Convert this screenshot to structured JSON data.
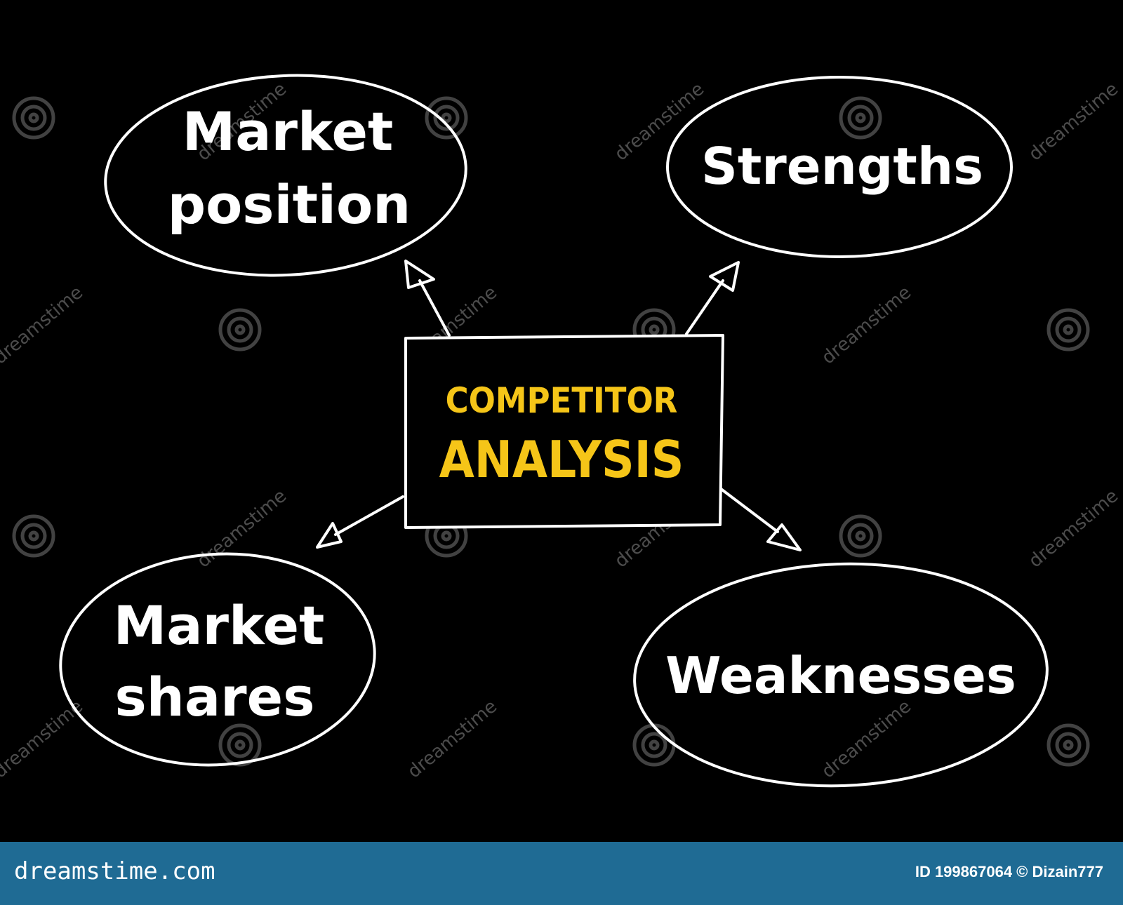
{
  "diagram": {
    "type": "mind-map",
    "center": {
      "line1": "COMPETITOR",
      "line2": "ANALYSIS",
      "color": "#f5c518"
    },
    "nodes": {
      "top_left": {
        "line1": "Market",
        "line2": "position"
      },
      "top_right": {
        "line1": "Strengths"
      },
      "bottom_left": {
        "line1": "Market",
        "line2": "shares"
      },
      "bottom_right": {
        "line1": "Weaknesses"
      }
    },
    "stroke_color": "#ffffff",
    "background": "#000000"
  },
  "watermark": {
    "text": "dreamstime"
  },
  "footer": {
    "brand": "dreamstime.com",
    "credit": "ID 199867064 © Dizain777",
    "background": "#1f6b94"
  }
}
